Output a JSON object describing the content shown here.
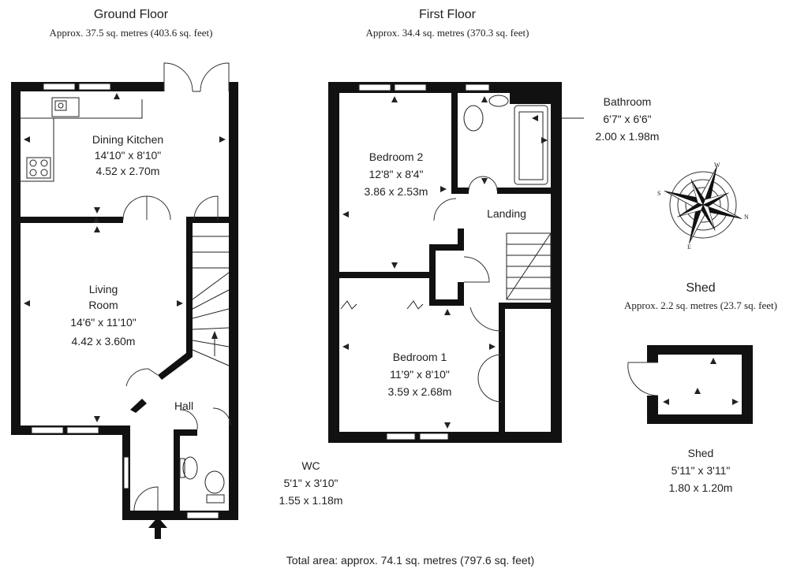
{
  "ground_floor": {
    "title": "Ground Floor",
    "area": "Approx. 37.5 sq. metres (403.6 sq. feet)",
    "rooms": {
      "dining_kitchen": {
        "name": "Dining Kitchen",
        "imperial": "14'10\" x 8'10\"",
        "metric": "4.52 x 2.70m"
      },
      "living_room": {
        "name_line1": "Living",
        "name_line2": "Room",
        "imperial": "14'6\" x 11'10\"",
        "metric": "4.42 x 3.60m"
      },
      "hall": {
        "name": "Hall"
      },
      "wc": {
        "name": "WC",
        "imperial": "5'1\" x 3'10\"",
        "metric": "1.55 x 1.18m"
      }
    }
  },
  "first_floor": {
    "title": "First Floor",
    "area": "Approx. 34.4 sq. metres (370.3 sq. feet)",
    "rooms": {
      "bedroom2": {
        "name": "Bedroom 2",
        "imperial": "12'8\" x 8'4\"",
        "metric": "3.86 x 2.53m"
      },
      "bedroom1": {
        "name": "Bedroom 1",
        "imperial": "11'9\" x 8'10\"",
        "metric": "3.59 x 2.68m"
      },
      "landing": {
        "name": "Landing"
      },
      "bathroom": {
        "name": "Bathroom",
        "imperial": "6'7\" x 6'6\"",
        "metric": "2.00 x 1.98m"
      }
    }
  },
  "shed": {
    "title": "Shed",
    "area": "Approx. 2.2 sq. metres (23.7 sq. feet)",
    "room": {
      "name": "Shed",
      "imperial": "5'11\" x 3'11\"",
      "metric": "1.80 x 1.20m"
    }
  },
  "compass": {
    "letters": [
      "W",
      "N",
      "E",
      "S"
    ]
  },
  "total_area": "Total area: approx. 74.1 sq. metres (797.6 sq. feet)"
}
